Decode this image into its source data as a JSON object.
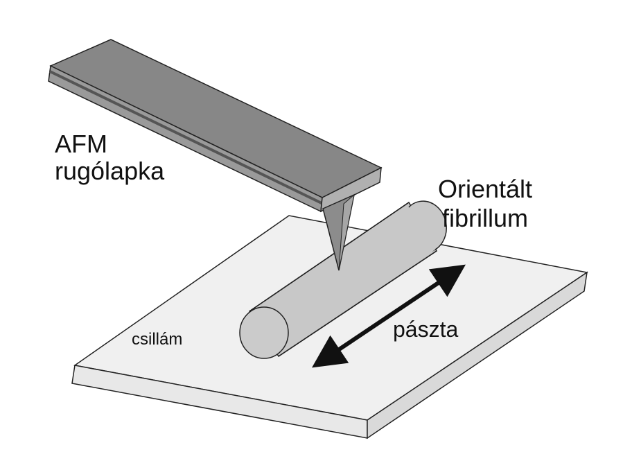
{
  "labels": {
    "cantilever_line1": "AFM",
    "cantilever_line2": "rugólapka",
    "fibril_line1": "Orientált",
    "fibril_line2": "fibrillum",
    "paste": "pászta",
    "substrate": "csillám"
  },
  "colors": {
    "background": "#ffffff",
    "substrate_top": "#f0f0f0",
    "substrate_side": "#e2e2e2",
    "cantilever_top": "#8a8a8a",
    "cantilever_side": "#9d9d9d",
    "tip": "#8c8c8c",
    "fibril": "#c8c8c8",
    "arrow": "#111111",
    "outline": "#222222"
  }
}
